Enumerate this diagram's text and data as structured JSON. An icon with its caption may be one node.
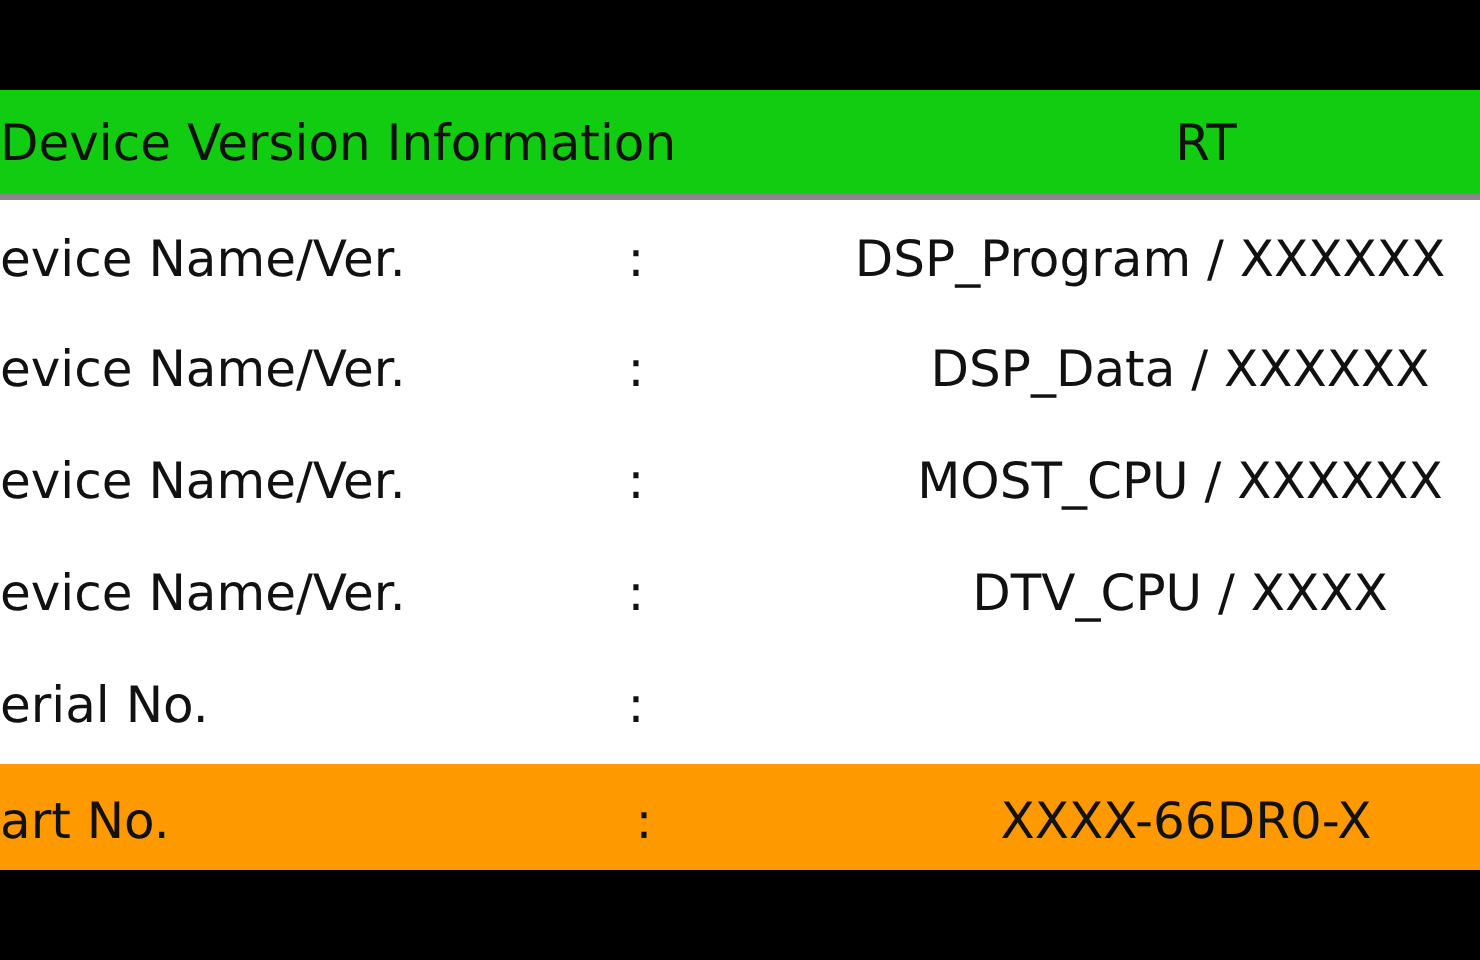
{
  "diagram": {
    "labels": [
      "Device Version Information",
      "RT",
      "evice Name/Ver.",
      ":",
      "DSP_Program / XXXXXX",
      "evice Name/Ver.",
      ":",
      "DSP_Data / XXXXXX",
      "evice Name/Ver.",
      ":",
      "MOST_CPU / XXXXXX",
      "evice Name/Ver.",
      ":",
      "DTV_CPU / XXXX",
      "erial No.",
      ":",
      "art No.",
      ":",
      "XXXX-66DR0-X"
    ]
  }
}
